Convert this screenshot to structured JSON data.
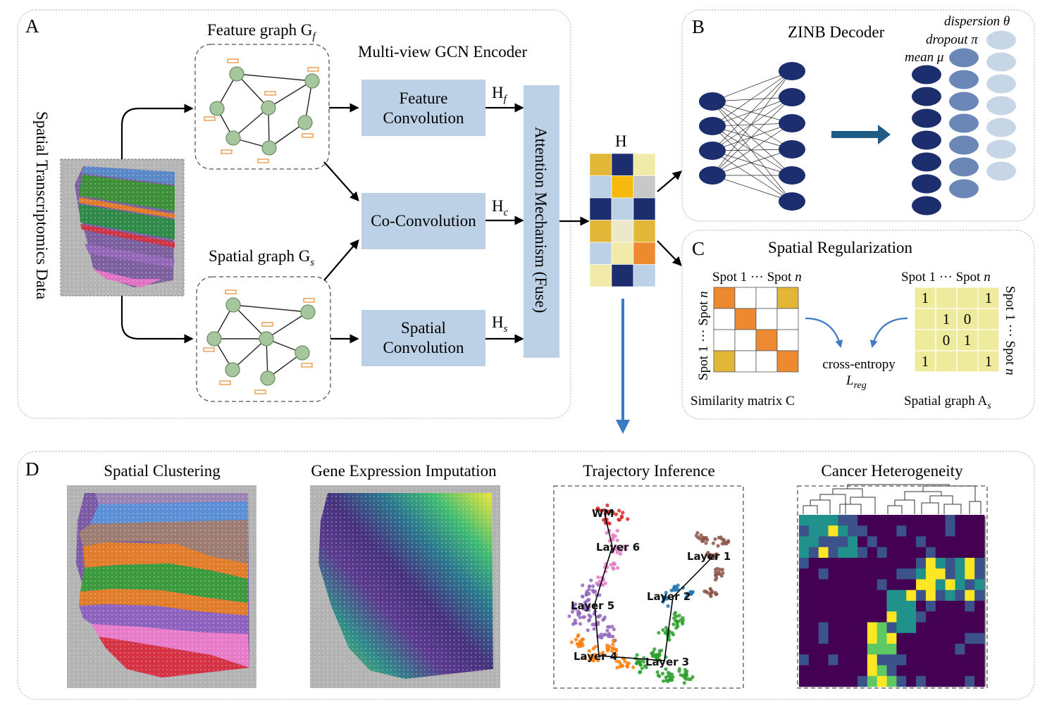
{
  "panels": {
    "A": {
      "letter": "A",
      "input_label": "Spatial Transcriptomics Data",
      "encoder_title": "Multi-view GCN Encoder",
      "feature_graph": {
        "label": "Feature graph G",
        "sub": "f"
      },
      "spatial_graph": {
        "label": "Spatial graph G",
        "sub": "s"
      },
      "feature_conv": [
        "Feature",
        "Convolution"
      ],
      "co_conv": "Co-Convolution",
      "spatial_conv": [
        "Spatial",
        "Convolution"
      ],
      "hf": {
        "main": "H",
        "sub": "f"
      },
      "hc": {
        "main": "H",
        "sub": "c"
      },
      "hs": {
        "main": "H",
        "sub": "s"
      },
      "attention": "Attention Mechanism (Fuse)",
      "h_label": "H"
    },
    "B": {
      "letter": "B",
      "title": "ZINB Decoder",
      "dispersion": "dispersion θ",
      "dropout": "dropout π",
      "mean": "mean μ"
    },
    "C": {
      "letter": "C",
      "title": "Spatial Regularization",
      "spot_header_left": "Spot 1 ··· Spot ",
      "spot_header_n": "n",
      "spot_side": "Spot 1 ··· Spot ",
      "loss_label": "cross-entropy",
      "loss_symbol": "L",
      "loss_sub": "reg",
      "similarity_label": "Similarity matrix C",
      "spatial_graph_label": "Spatial graph A",
      "spatial_graph_sub": "s",
      "adjacency_values": [
        [
          "1",
          "",
          "",
          "1"
        ],
        [
          "",
          "1",
          "0",
          ""
        ],
        [
          "",
          "0",
          "1",
          ""
        ],
        [
          "1",
          "",
          "",
          "1"
        ]
      ]
    },
    "D": {
      "letter": "D",
      "tasks": [
        "Spatial Clustering",
        "Gene Expression Imputation",
        "Trajectory Inference",
        "Cancer Heterogeneity"
      ],
      "trajectory_labels": [
        "WM",
        "Layer 6",
        "Layer 1",
        "Layer 5",
        "Layer 2",
        "Layer 4",
        "Layer 3"
      ]
    }
  },
  "colors": {
    "node_green": "#a6c79d",
    "conv_blue": "#bcd1e6",
    "dark_navy": "#1c2e6e",
    "decoder_arrow": "#1f5b84",
    "output_arrow": "#3a7cc3",
    "orange": "#ed8a30",
    "gold": "#e2b738",
    "light_yellow": "#f1eaa8"
  },
  "h_matrix": [
    [
      "#e2b738",
      "#1c2e6e",
      "#f1eaa8"
    ],
    [
      "#bcd1e6",
      "#f6b90e",
      "#c8c8c8"
    ],
    [
      "#1c2e6e",
      "#bcd1e6",
      "#1c2e6e"
    ],
    [
      "#e2b738",
      "#ece9c8",
      "#e2b738"
    ],
    [
      "#bcd1e6",
      "#f1eaa8",
      "#ed8a30"
    ],
    [
      "#f1eaa8",
      "#1c2e6e",
      "#bcd1e6"
    ]
  ]
}
